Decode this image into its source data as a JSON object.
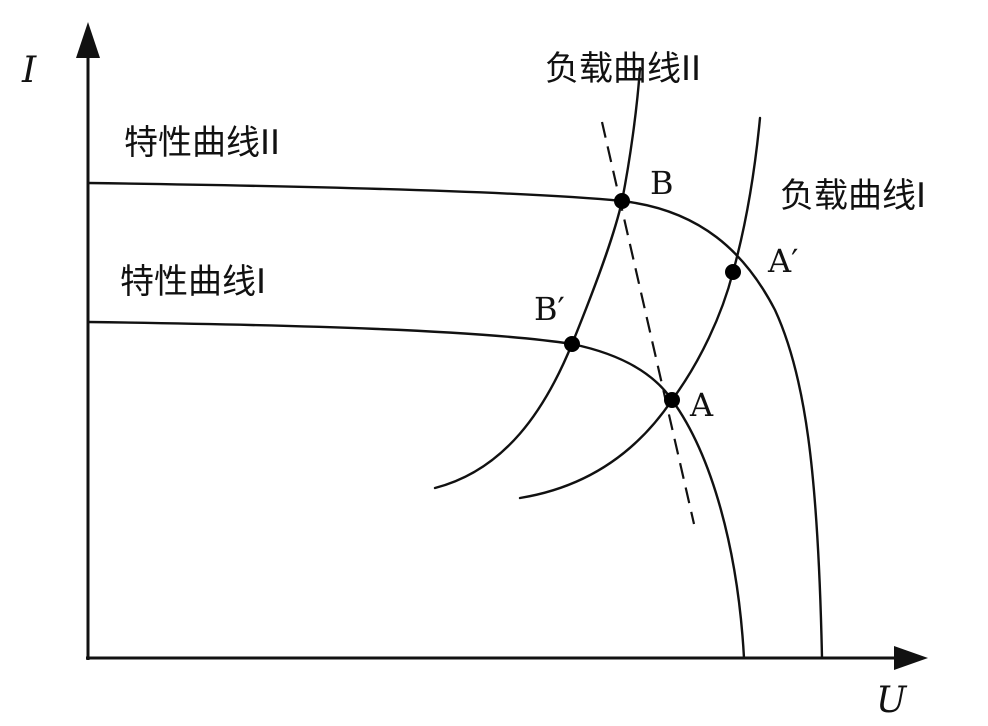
{
  "axes": {
    "y_label": "I",
    "x_label": "U"
  },
  "curves": {
    "characteristic_2": "特性曲线II",
    "characteristic_1": "特性曲线I",
    "load_2": "负载曲线II",
    "load_1": "负载曲线I"
  },
  "points": {
    "B": "B",
    "B_prime": "B′",
    "A": "A",
    "A_prime": "A′"
  }
}
